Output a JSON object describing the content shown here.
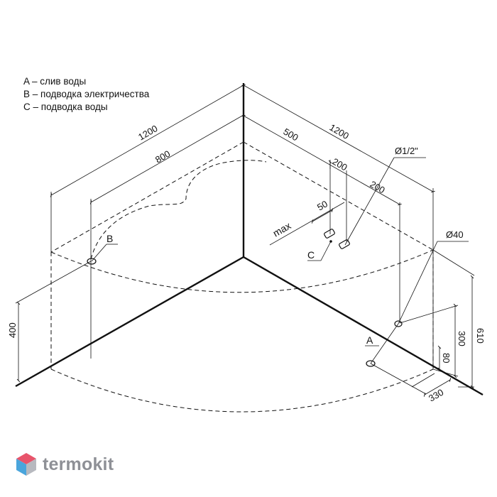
{
  "legend": [
    "A – слив воды",
    "B – подводка электричества",
    "C – подводка воды"
  ],
  "dimensions": {
    "left_width_total": "1200",
    "left_width_inner": "800",
    "right_width_total": "1200",
    "right_seg_500": "500",
    "right_seg_200a": "200",
    "right_seg_200b": "200",
    "pipe_thread": "Ø1/2\"",
    "drain_diameter": "Ø40",
    "max_50": "50",
    "max_label": "max",
    "height_400": "400",
    "height_300": "300",
    "height_80": "80",
    "height_610": "610",
    "offset_330": "330"
  },
  "markers": {
    "a": "A",
    "b": "B",
    "c": "C"
  },
  "logo": {
    "text": "termokit",
    "colors": [
      "#e8546b",
      "#4aa5dc",
      "#b7b9bf"
    ]
  }
}
